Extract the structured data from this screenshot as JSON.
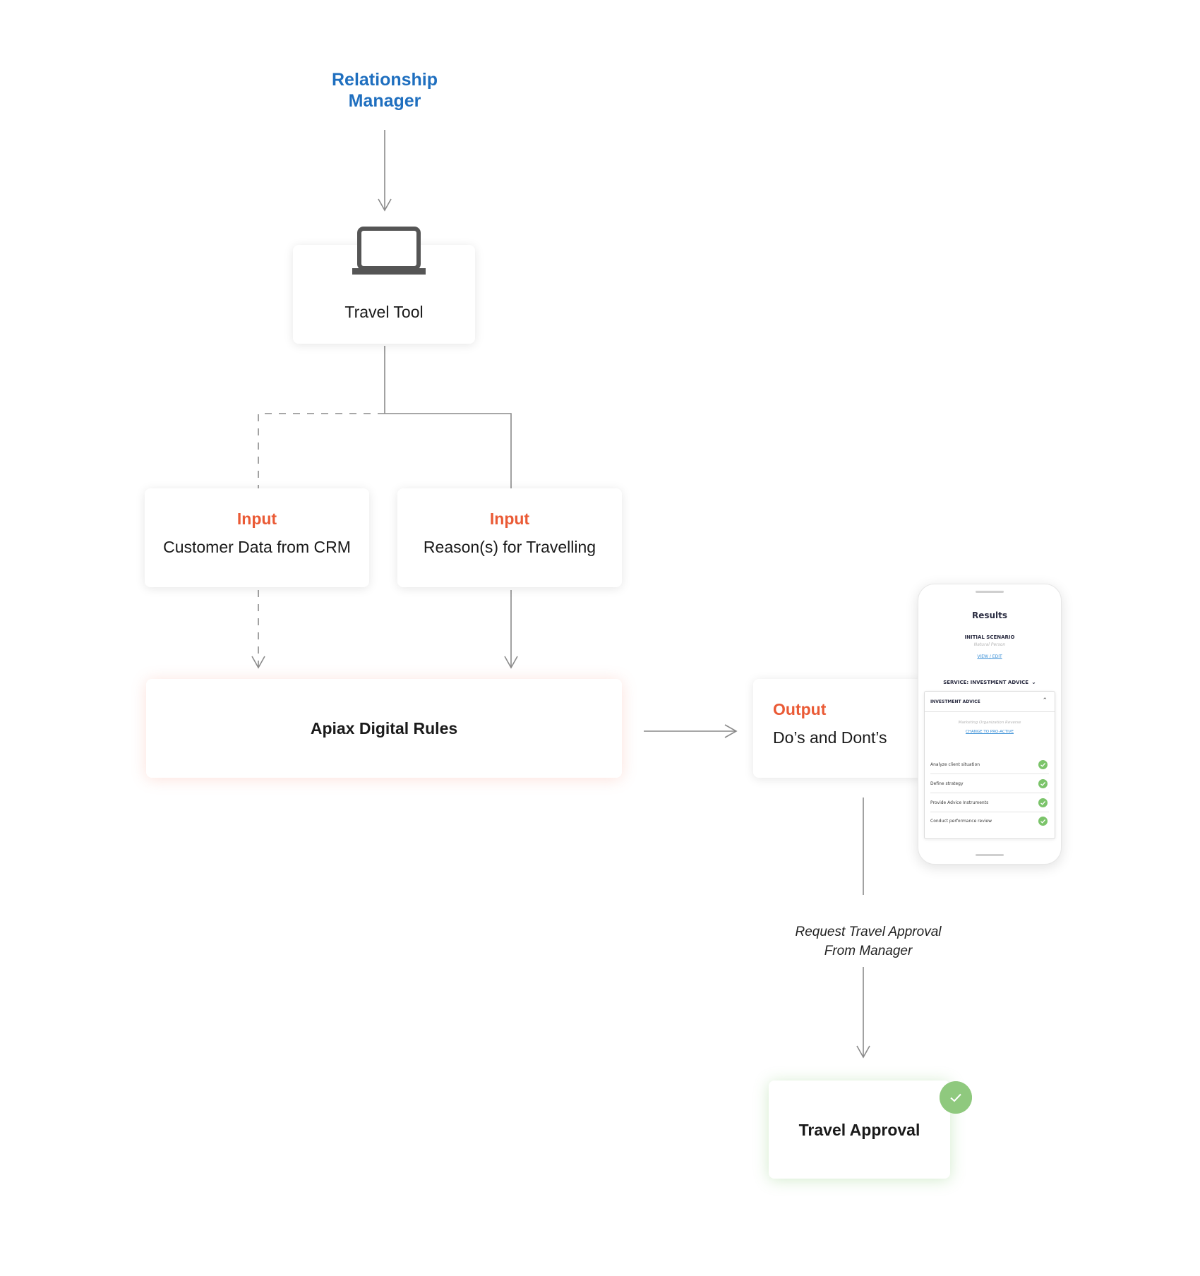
{
  "actor": {
    "title": "Relationship Manager"
  },
  "travel_tool": {
    "label": "Travel Tool",
    "icon": "laptop-icon"
  },
  "inputs": [
    {
      "tag": "Input",
      "label": "Customer Data from CRM",
      "connector": "dashed"
    },
    {
      "tag": "Input",
      "label": "Reason(s) for Travelling",
      "connector": "solid"
    }
  ],
  "rules": {
    "label": "Apiax Digital Rules"
  },
  "output": {
    "tag": "Output",
    "label": "Do’s and Dont’s"
  },
  "phone": {
    "title": "Results",
    "scenario": "INITIAL SCENARIO",
    "person": "Natural Person",
    "view_edit": "VIEW / EDIT",
    "service": "SERVICE:  INVESTMENT ADVICE",
    "panel": {
      "heading": "INVESTMENT ADVICE",
      "reserve": "Marketing Organization Reverse",
      "change": "CHANGE TO PRO-ACTIVE",
      "steps": [
        "Analyze client situation",
        "Define strategy",
        "Provide Advice Instruments",
        "Conduct performance review"
      ]
    }
  },
  "request": {
    "line1": "Request Travel Approval",
    "line2": "From Manager"
  },
  "approval": {
    "label": "Travel Approval",
    "icon": "check-icon"
  },
  "colors": {
    "accent_blue": "#1f6fbf",
    "accent_orange": "#ea5a35",
    "approval_green": "#8fc97e",
    "line_gray": "#8a8a8a"
  }
}
